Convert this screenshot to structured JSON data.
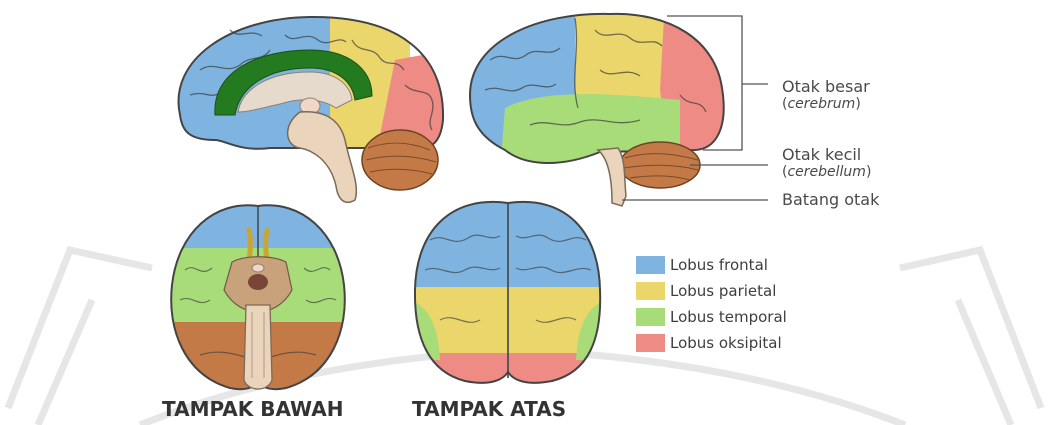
{
  "lobe_colors": {
    "frontal": "#7fb3e0",
    "parietal": "#ebd66b",
    "temporal": "#a8dc79",
    "occipital": "#ee8b85",
    "cingulate": "#237a1f",
    "cerebellum": "#c47a46",
    "stem": "#ead4bc"
  },
  "labels": {
    "cerebrum": {
      "name": "Otak besar",
      "latin": "cerebrum"
    },
    "cerebellum": {
      "name": "Otak kecil",
      "latin": "cerebellum"
    },
    "brainstem": {
      "name": "Batang otak"
    }
  },
  "views": {
    "bottom": "TAMPAK BAWAH",
    "top": "TAMPAK ATAS"
  },
  "legend": [
    {
      "label": "Lobus frontal",
      "color": "#7fb3e0"
    },
    {
      "label": "Lobus parietal",
      "color": "#ebd66b"
    },
    {
      "label": "Lobus temporal",
      "color": "#a8dc79"
    },
    {
      "label": "Lobus oksipital",
      "color": "#ee8b85"
    }
  ]
}
